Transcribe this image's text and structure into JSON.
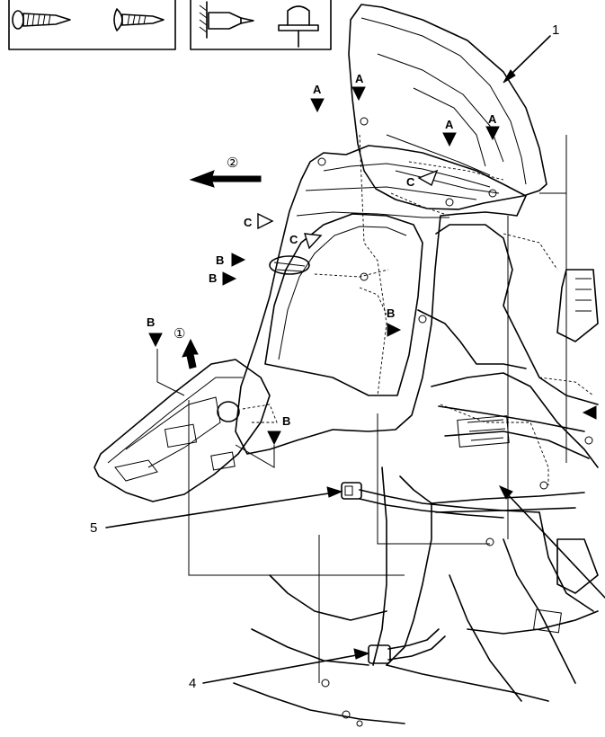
{
  "callouts": {
    "n1": "1",
    "n4": "4",
    "n5": "5",
    "step1": "①",
    "step2": "②"
  },
  "markers": {
    "a": "A",
    "b": "B",
    "c": "C"
  }
}
